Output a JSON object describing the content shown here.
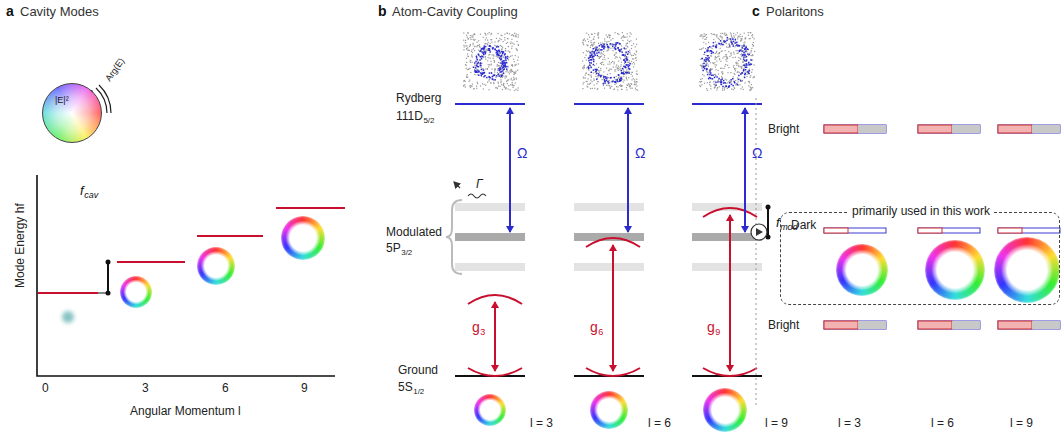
{
  "diagram": {
    "nodes": [
      {
        "text": [
          "primarily used in this work",
          "Dark"
        ]
      }
    ],
    "labels": [
      "a",
      "Cavity Modes",
      "|E|²",
      "Arg(E)",
      "Mode Energy hf",
      "f",
      "cav",
      "0",
      "3",
      "6",
      "9",
      "Angular Momentum l",
      "b",
      "Atom-Cavity Coupling",
      "Rydberg",
      "111D",
      "5/2",
      "Ω",
      "Ω",
      "Ω",
      "Γ",
      "Modulated",
      "5P",
      "3/2",
      "f",
      "mod",
      "g",
      "3",
      "g",
      "6",
      "g",
      "9",
      "Ground",
      "5S",
      "1/2",
      "l = 3",
      "l = 6",
      "l = 9",
      "c",
      "Polaritons",
      "Bright",
      "Bright",
      "l = 3",
      "l = 6",
      "l = 9"
    ]
  }
}
